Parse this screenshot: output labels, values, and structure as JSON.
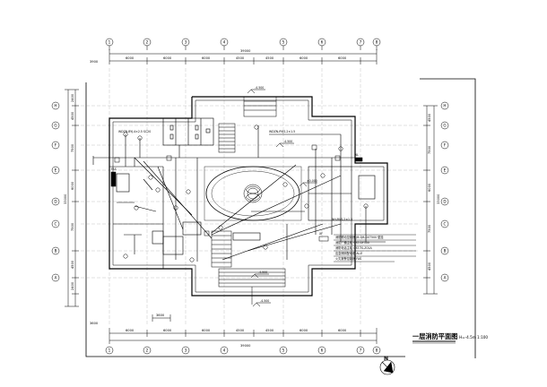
{
  "drawing": {
    "title": "一层消防平面图",
    "elevation": "H=-4.5m",
    "scale": "1:100",
    "north_label": "N"
  },
  "axes": {
    "top": [
      {
        "label": "1"
      },
      {
        "label": "2"
      },
      {
        "label": "3"
      },
      {
        "label": "4"
      },
      {
        "label": "5"
      },
      {
        "label": "6"
      },
      {
        "label": "7"
      },
      {
        "label": "8"
      }
    ],
    "bottom": [
      {
        "label": "1"
      },
      {
        "label": "2"
      },
      {
        "label": "3"
      },
      {
        "label": "4"
      },
      {
        "label": "5"
      },
      {
        "label": "6"
      },
      {
        "label": "7"
      },
      {
        "label": "8"
      }
    ],
    "left": [
      {
        "label": "H"
      },
      {
        "label": "G"
      },
      {
        "label": "F"
      },
      {
        "label": "E"
      },
      {
        "label": "D"
      },
      {
        "label": "C"
      },
      {
        "label": "B"
      },
      {
        "label": "A"
      }
    ],
    "right": [
      {
        "label": "H"
      },
      {
        "label": "G"
      },
      {
        "label": "F"
      },
      {
        "label": "E"
      },
      {
        "label": "D"
      },
      {
        "label": "C"
      },
      {
        "label": "B"
      },
      {
        "label": "A"
      }
    ]
  },
  "dimensions": {
    "top_total": "39000",
    "top_segments": [
      "6000",
      "6000",
      "6000",
      "4500",
      "4500",
      "6000",
      "6000"
    ],
    "top_left_small": "3900",
    "bottom_total": "39000",
    "bottom_segments": [
      "6000",
      "6000",
      "6000",
      "4500",
      "4500",
      "6000",
      "6000"
    ],
    "bottom_left_small": "3600",
    "bottom_mid": "3600",
    "left_total": "33000",
    "left_segments": [
      "2400",
      "4500",
      "7500",
      "6000",
      "7500",
      "4500",
      "2400"
    ],
    "right_total": "33000",
    "right_segments": [
      "4500",
      "7500",
      "6000",
      "7500",
      "4500"
    ]
  },
  "elevation_marks": {
    "top": "-4.500",
    "top_right": "-4.500",
    "entrance": "±0.000",
    "bottom": "-4.500",
    "bottom_right": "-4.500"
  },
  "annotations": {
    "legend_lines": [
      "消防联动控制器 JB-QB-GST500 壁挂",
      "消防广播主机 GST-GF500",
      "消防电话主机 GST-TS-Z01A",
      "应急照明配电箱 AL-E",
      "火灾报警控制器 FAS"
    ],
    "cable_notes": [
      "WDZN-RYJS-2×1.5",
      "WDZN-BYJ-4×2.5 SC20",
      "NH-RVS-2×1.5"
    ],
    "box_labels": [
      "FAS",
      "AL",
      "XF"
    ]
  }
}
